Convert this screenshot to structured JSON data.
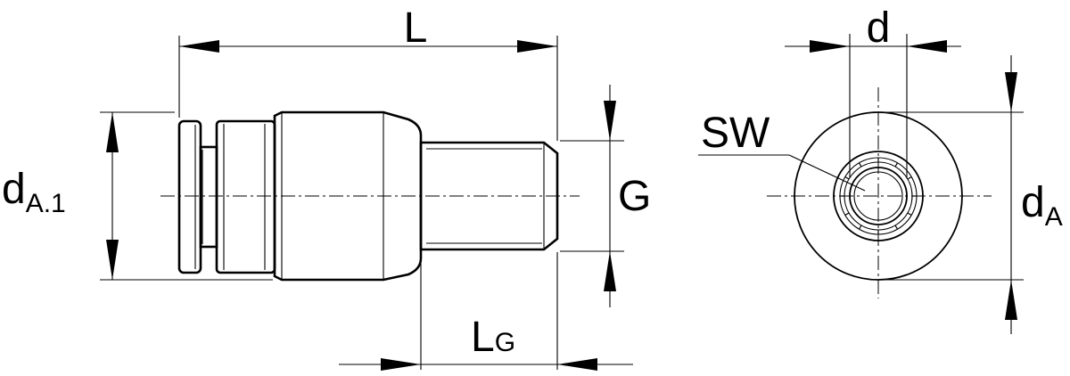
{
  "dimensions": {
    "L": {
      "main": "L",
      "sub": ""
    },
    "LG": {
      "main": "L",
      "sub": "G"
    },
    "G": {
      "main": "G",
      "sub": ""
    },
    "dA1": {
      "main": "d",
      "sub": "A.1"
    },
    "d": {
      "main": "d",
      "sub": ""
    },
    "dA": {
      "main": "d",
      "sub": "A"
    },
    "SW": {
      "main": "SW",
      "sub": ""
    }
  },
  "colors": {
    "stroke": "#000000",
    "background": "#ffffff"
  }
}
